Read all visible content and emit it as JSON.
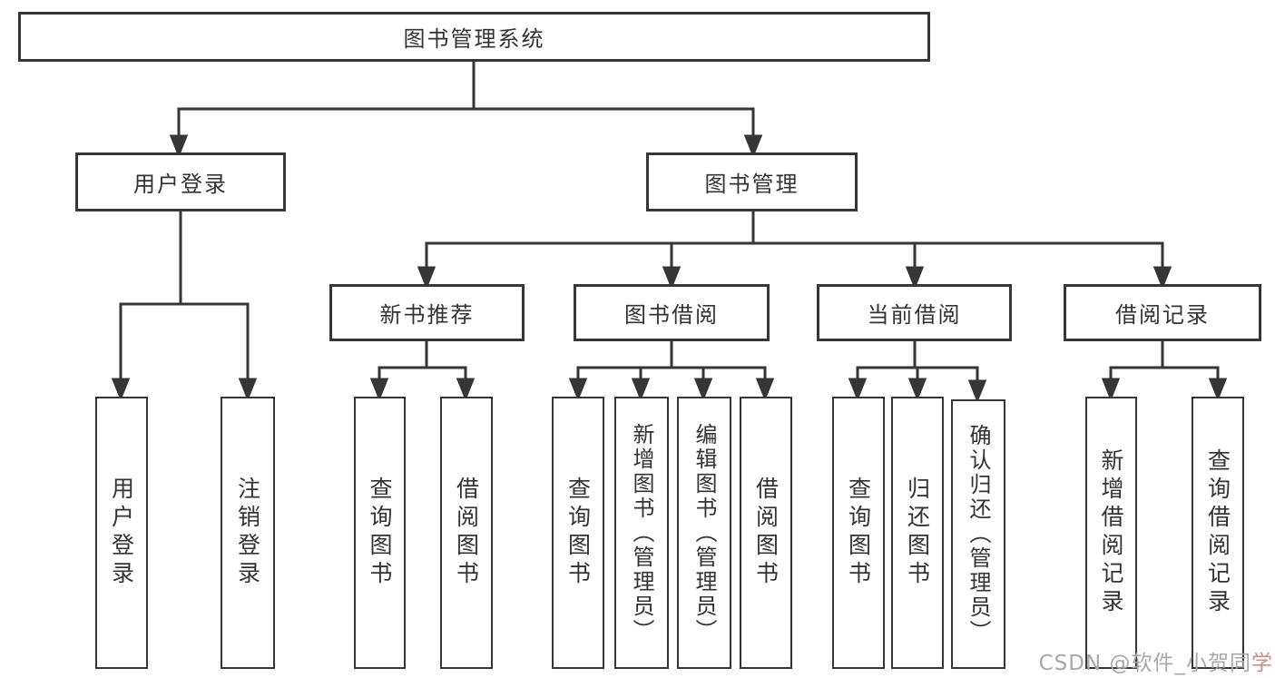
{
  "tree": {
    "root": {
      "label": "图书管理系统"
    },
    "branches": [
      {
        "label": "用户登录",
        "children": [
          "用户登录",
          "注销登录"
        ]
      },
      {
        "label": "图书管理",
        "groups": [
          {
            "label": "新书推荐",
            "children": [
              "查询图书",
              "借阅图书"
            ]
          },
          {
            "label": "图书借阅",
            "children": [
              "查询图书",
              "新增图书（管理员）",
              "编辑图书（管理员）",
              "借阅图书"
            ]
          },
          {
            "label": "当前借阅",
            "children": [
              "查询图书",
              "归还图书",
              "确认归还（管理员）"
            ]
          },
          {
            "label": "借阅记录",
            "children": [
              "新增借阅记录",
              "查询借阅记录"
            ]
          }
        ]
      }
    ]
  },
  "watermark": {
    "text_gray": "CSDN @软件_小贺同",
    "text_accent": "学",
    "color_gray": "#a8a8a8",
    "color_accent": "#d08c8c"
  },
  "colors": {
    "line": "#363636",
    "text": "#333333",
    "background": "#ffffff"
  }
}
